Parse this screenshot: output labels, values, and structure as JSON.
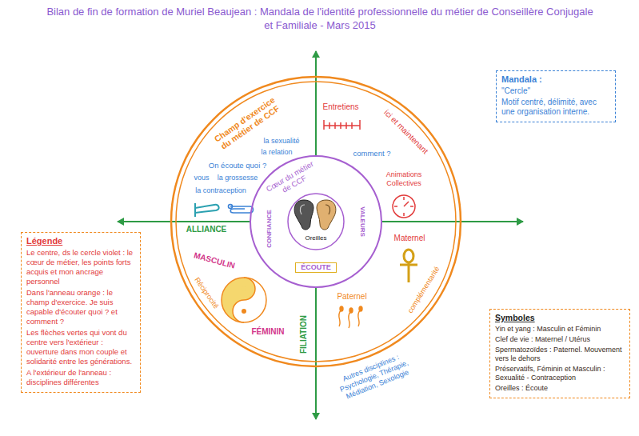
{
  "diagram": {
    "title": "Bilan de fin de formation de Muriel Beaujean : Mandala de l'identité professionnelle du métier de Conseillère Conjugale et Familiale - Mars 2015",
    "nodes": [
      {
        "text": [
          "Champ d'exercice du métier de CCF",
          "ici et maintenant"
        ]
      },
      {
        "text": [
          "Cœur du métier de CCF",
          "CONFIANCE",
          "ÉCOUTE",
          "VALEURS",
          "Oreilles"
        ],
        "in": 0
      },
      {
        "text": [
          "Mandala :",
          "\"Cercle\"",
          "Motif centré, délimité, avec une organisation interne."
        ]
      },
      {
        "text": [
          "Légende",
          "Le centre, ds le cercle violet : le cœur de métier, les points forts acquis et mon ancrage personnel",
          "Dans l'anneau orange : le champ d'exercice. Je suis capable d'écouter quoi ? et comment ?",
          "Les flèches vertes qui vont du centre vers l'extérieur : ouverture dans mon couple et solidarité entre les générations.",
          "A l'extérieur de l'anneau : disciplines différentes"
        ]
      },
      {
        "text": [
          "Symboles",
          "Yin et yang : Masculin et Féminin",
          "Clef de vie : Maternel / Utérus",
          "Spermatozoïdes : Paternel. Mouvement vers le dehors",
          "Préservatifs, Féminin et Masculin : Sexualité - Contraception",
          "Oreilles : Écoute"
        ]
      }
    ],
    "labels": [
      "la sexualité",
      "la relation",
      "vous",
      "On écoute quoi ?",
      "la contraception",
      "la grossesse",
      "Entretiens",
      "comment ?",
      "Animations Collectives",
      "Maternel",
      "Paternel",
      "complémentarité",
      "ALLIANCE",
      "FILIATION",
      "MASCULIN",
      "FÉMININ",
      "Réciprocité",
      "Autres disciplines : Psychologie, Thérapie, Médiation, Sexologie"
    ]
  }
}
